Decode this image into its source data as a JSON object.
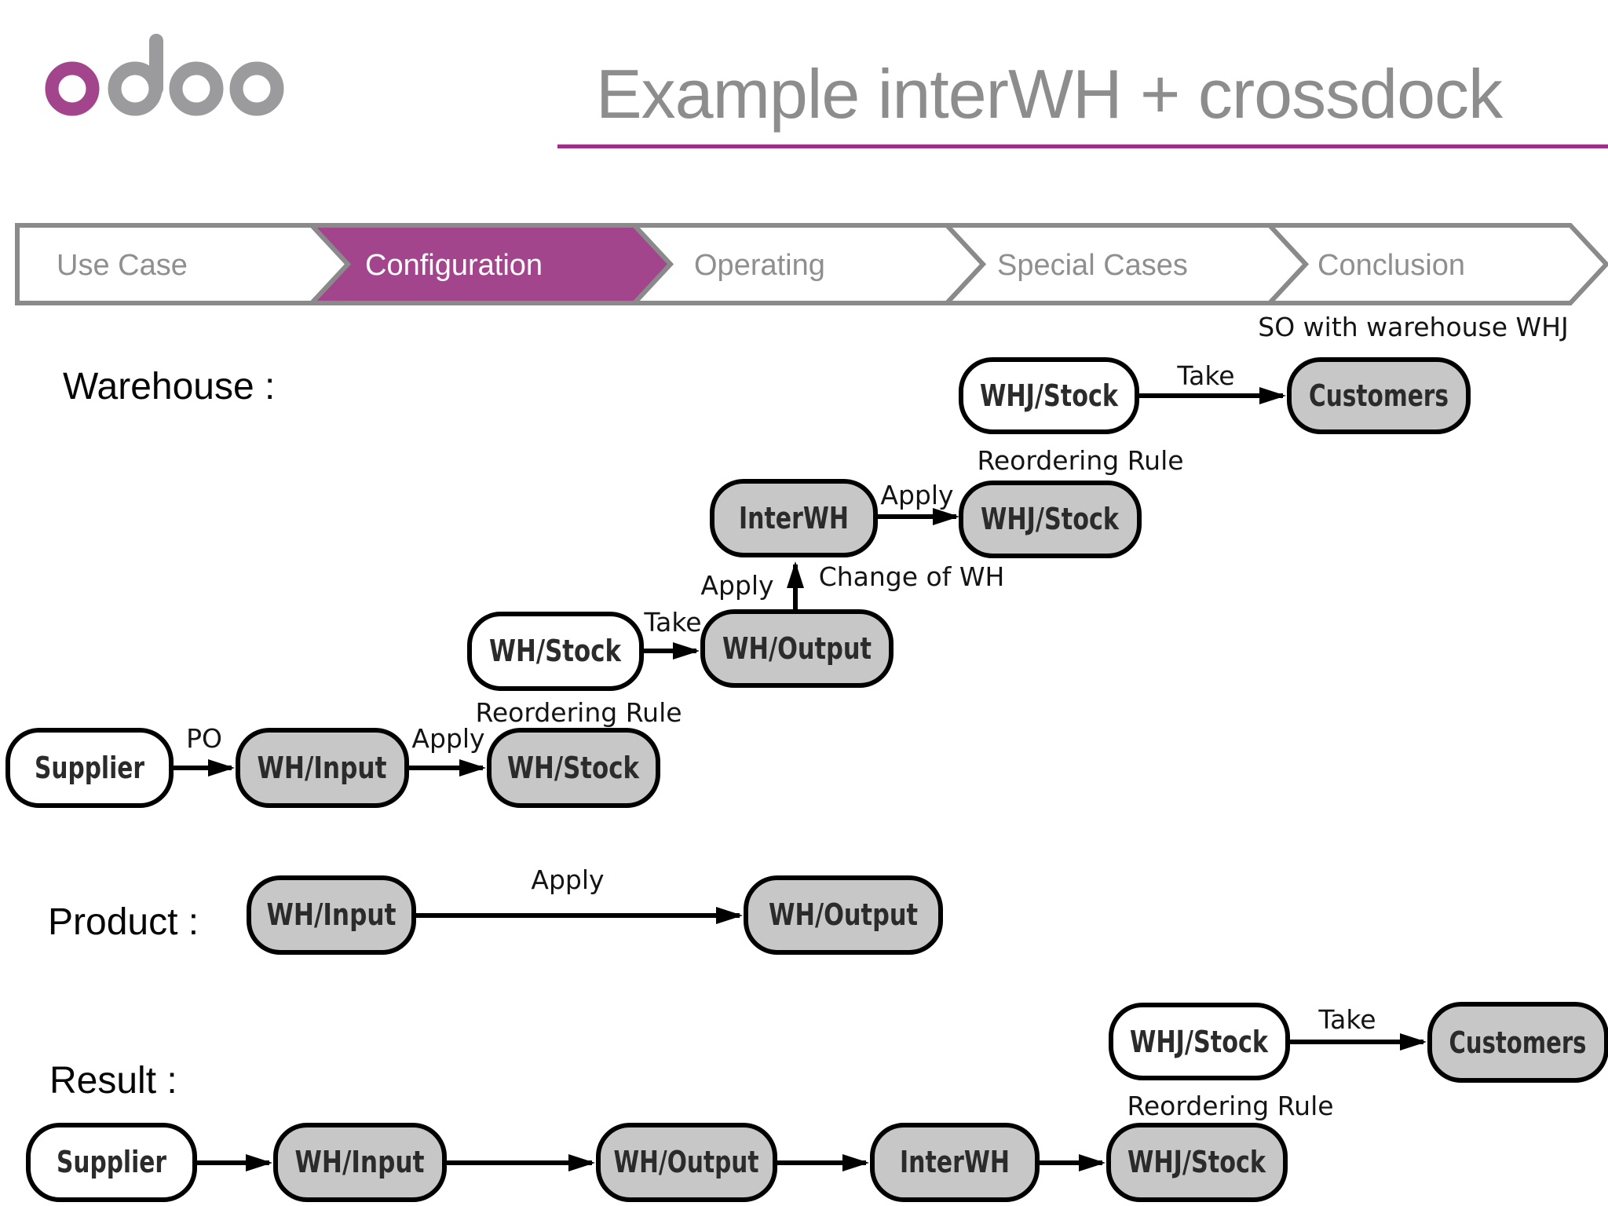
{
  "colors": {
    "accent": "#a3458d",
    "underline": "#9d2f88",
    "chevron_border": "#8a8a8a",
    "chevron_text": "#8f8f8f",
    "title_text": "#8d8d8d",
    "logo_gray": "#9b9b9d",
    "node_gray": "#c7c7c7",
    "node_border": "#000000"
  },
  "header": {
    "logo_text": "odoo",
    "title": "Example interWH + crossdock"
  },
  "nav": {
    "steps": [
      {
        "label": "Use Case",
        "active": false
      },
      {
        "label": "Configuration",
        "active": true
      },
      {
        "label": "Operating",
        "active": false
      },
      {
        "label": "Special Cases",
        "active": false
      },
      {
        "label": "Conclusion",
        "active": false
      }
    ]
  },
  "diagram": {
    "warehouse": {
      "section_label": "Warehouse :",
      "note": "SO with warehouse WHJ",
      "nodes": {
        "whj_stock_top": "WHJ/Stock",
        "customers": "Customers",
        "interwh": "InterWH",
        "whj_stock_mid": "WHJ/Stock",
        "wh_stock": "WH/Stock",
        "wh_output": "WH/Output",
        "supplier": "Supplier",
        "wh_input": "WH/Input",
        "wh_stock2": "WH/Stock"
      },
      "edges": {
        "take_top": "Take",
        "reordering_rule_top": "Reordering Rule",
        "apply_mid": "Apply",
        "apply_up": "Apply",
        "change_of_wh": "Change of WH",
        "take_mid": "Take",
        "reordering_rule_bottom": "Reordering Rule",
        "po": "PO",
        "apply_bottom": "Apply"
      }
    },
    "product": {
      "section_label": "Product :",
      "nodes": {
        "wh_input": "WH/Input",
        "wh_output": "WH/Output"
      },
      "edges": {
        "apply": "Apply"
      }
    },
    "result": {
      "section_label": "Result :",
      "nodes": {
        "supplier": "Supplier",
        "wh_input": "WH/Input",
        "wh_output": "WH/Output",
        "interwh": "InterWH",
        "whj_stock": "WHJ/Stock",
        "whj_stock_top": "WHJ/Stock",
        "customers": "Customers"
      },
      "edges": {
        "take": "Take",
        "reordering_rule": "Reordering Rule"
      }
    }
  }
}
